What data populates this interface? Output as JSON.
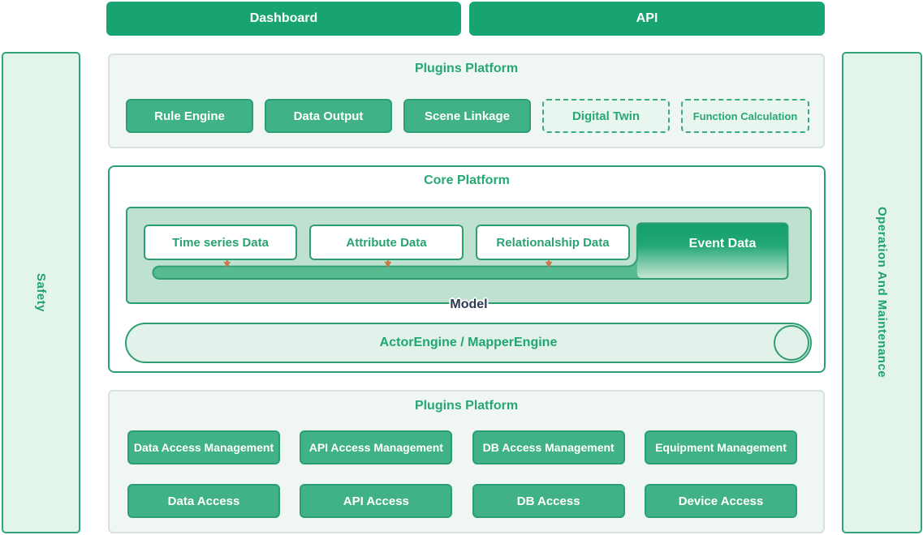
{
  "top_nav": {
    "dashboard": "Dashboard",
    "api": "API"
  },
  "sidebars": {
    "left": "Safety",
    "right": "Operation And Maintenance"
  },
  "plugins_top": {
    "title": "Plugins Platform",
    "solid_items": [
      "Rule Engine",
      "Data Output",
      "Scene Linkage"
    ],
    "dashed_items": [
      "Digital Twin",
      "Function Calculation"
    ]
  },
  "core": {
    "title": "Core Platform",
    "data_boxes": [
      "Time series Data",
      "Attribute Data",
      "Relationalship Data"
    ],
    "event_box": "Event Data",
    "model_label": "Model",
    "engine_label": "ActorEngine / MapperEngine"
  },
  "plugins_bottom": {
    "title": "Plugins Platform",
    "row1": [
      "Data Access Management",
      "API Access Management",
      "DB Access Management",
      "Equipment Management"
    ],
    "row2": [
      "Data Access",
      "API Access",
      "DB Access",
      "Device Access"
    ]
  },
  "colors": {
    "primary_dark_green": "#18A471",
    "node_green": "#41B287",
    "node_border_green": "#2AA072",
    "outline_green": "#2E9E71",
    "title_green": "#27A873",
    "panel_bg": "#F0F6F3",
    "panel_border": "#D8E0E4",
    "rail_bg": "#E3F4EB",
    "model_bg": "#BFE1CF",
    "bar_fill": "#57BA90",
    "pill_bg": "#E2F2EA",
    "dashed_bg": "#E9F5EF",
    "arrow_orange": "#C8794B",
    "model_label_text": "#2B3A50"
  }
}
